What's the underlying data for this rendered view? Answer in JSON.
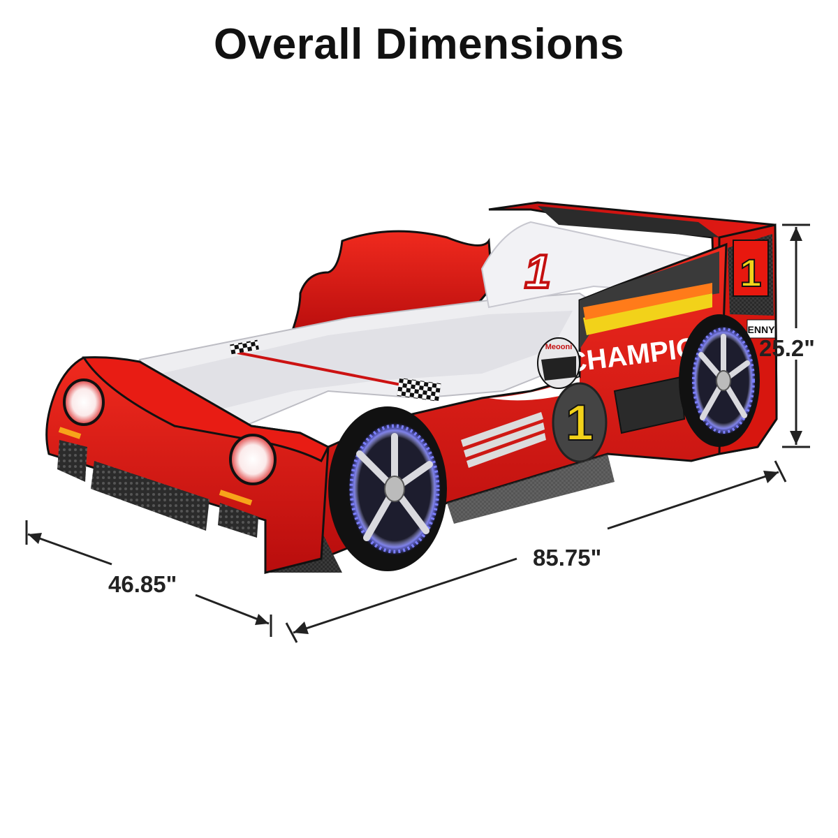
{
  "title": "Overall Dimensions",
  "dimensions": {
    "height": "25.2\"",
    "length": "85.75\"",
    "width": "46.85\""
  },
  "product_graphics": {
    "side_text": "CHAMPION",
    "number": "1",
    "pillow_number": "1",
    "helmet_text": "Meooni",
    "plate_text": "ENNY"
  },
  "colors": {
    "body_red": "#e01414",
    "dark_red": "#a00808",
    "bedding": "#e9e9ec",
    "number_yellow": "#f2d21a",
    "wheel_glow": "#6a6bff",
    "text_dark": "#111111"
  }
}
